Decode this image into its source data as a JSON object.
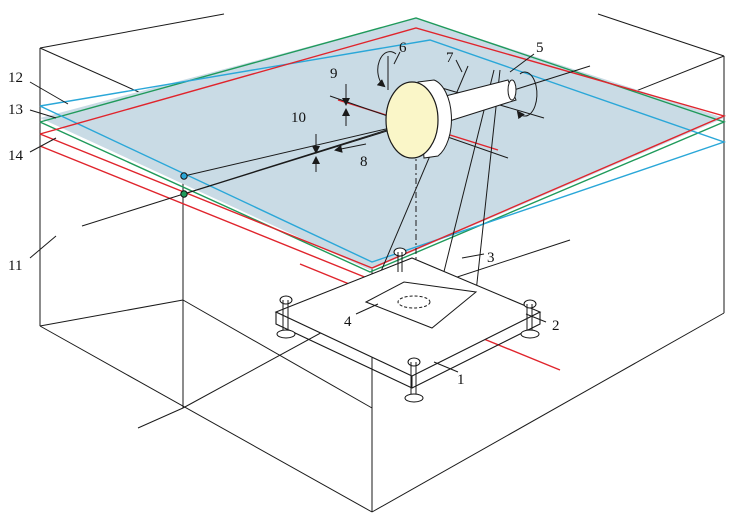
{
  "colors": {
    "plane_fill": "#c9dbe5",
    "green_plane": "#1f9a5b",
    "cyan_plane": "#2aa7d8",
    "red_plane": "#e0242c",
    "disc_face": "#faf6c8",
    "line": "#1a1a1a"
  },
  "labels": {
    "l1": "1",
    "l2": "2",
    "l3": "3",
    "l4": "4",
    "l5": "5",
    "l6": "6",
    "l7": "7",
    "l8": "8",
    "l9": "9",
    "l10": "10",
    "l11": "11",
    "l12": "12",
    "l13": "13",
    "l14": "14"
  }
}
